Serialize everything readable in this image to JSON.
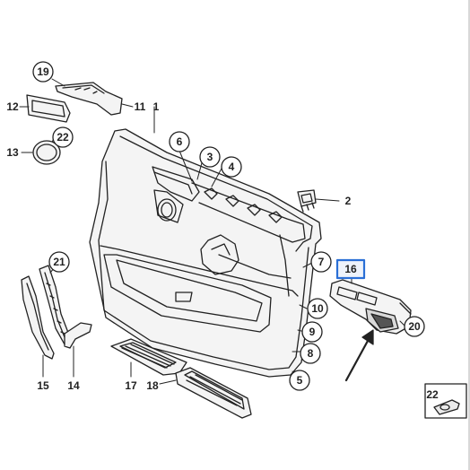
{
  "diagram": {
    "callouts": {
      "c19": "19",
      "c12": "12",
      "c11": "11",
      "c1": "1",
      "c13": "13",
      "c22a": "22",
      "c6": "6",
      "c3": "3",
      "c4": "4",
      "c2": "2",
      "c7": "7",
      "c16": "16",
      "c21": "21",
      "c10": "10",
      "c9": "9",
      "c8": "8",
      "c5": "5",
      "c20": "20",
      "c15": "15",
      "c14": "14",
      "c17": "17",
      "c18": "18",
      "c22b": "22"
    },
    "colors": {
      "line": "#222222",
      "part_fill": "#f4f4f4",
      "highlight_border": "#2a6fd6",
      "highlight_fill": "#eef3fb"
    }
  }
}
